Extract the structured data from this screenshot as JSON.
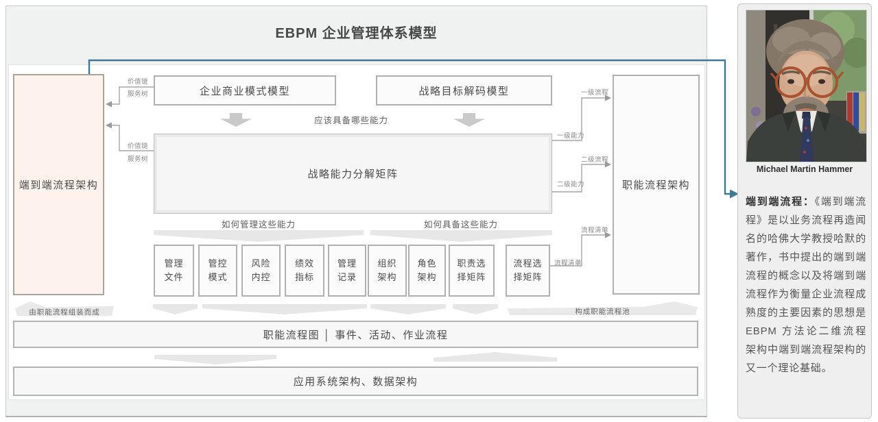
{
  "title": "EBPM 企业管理体系模型",
  "colors": {
    "accent_blue": "#3e7895",
    "e2e_fill": "#fdf3ec",
    "panel_gray": "#f0f1f1"
  },
  "diagram": {
    "boxes": {
      "e2e": "端到端流程架构",
      "functional": "职能流程架构",
      "business_model": "企业商业模式模型",
      "strategy_decode": "战略目标解码模型",
      "capability_matrix": "战略能力分解矩阵",
      "process_map_bar": "职能流程图 │ 事件、活动、作业流程",
      "app_data_bar": "应用系统架构、数据架构"
    },
    "questions": {
      "which": "应该具备哪些能力",
      "manage": "如何管理这些能力",
      "possess": "如何具备这些能力"
    },
    "artifacts": [
      "管理\n文件",
      "管控\n模式",
      "风险\n内控",
      "绩效\n指标",
      "管理\n记录",
      "组织\n架构",
      "角色\n架构",
      "职责选\n择矩阵",
      "流程选\n择矩阵"
    ],
    "left_labels": {
      "value_chain_1": "价值链",
      "service_tree_1": "服务树",
      "value_chain_2": "价值链",
      "service_tree_2": "服务树"
    },
    "right_labels": {
      "l1_process": "一级流程",
      "l1_capability": "一级能力",
      "l2_process": "二级流程",
      "l2_capability": "二级能力",
      "list_dst": "流程清单",
      "list_src": "流程清单"
    },
    "banners": {
      "assemble": "由职能流程组装而成",
      "pool": "构成职能流程池"
    }
  },
  "sidebar": {
    "caption": "Michael Martin Hammer",
    "lead": "端到端流程：",
    "body": "《端到端流程》是以业务流程再造闻名的哈佛大学教授哈默的著作，书中提出的端到端流程的概念以及将端到端流程作为衡量企业流程成熟度的主要因素的思想是 EBPM 方法论二维流程架构中端到端流程架构的又一个理论基础。"
  }
}
